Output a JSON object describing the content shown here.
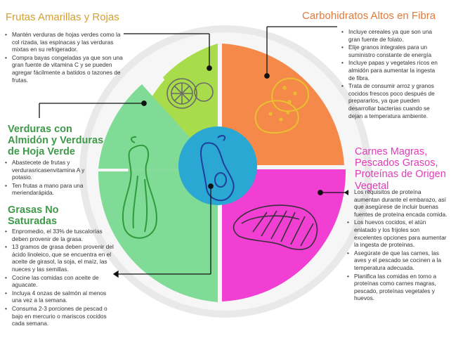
{
  "sections": {
    "frutas": {
      "title": "Frutas Amarillas y Rojas",
      "color": "#d4a033",
      "items": [
        "Mantén verduras de hojas verdes como la col rizada, las espinacas y las verduras mixtas en su refrigerador.",
        "Compra bayas congeladas ya que son una gran fuente de vitamina C y se pueden agregar fácilmente a batidos o tazones de frutas."
      ]
    },
    "carbohidratos": {
      "title": "Carbohidratos Altos en Fibra",
      "color": "#e07b3a",
      "items": [
        "Incluye cereales ya que son una gran fuente de folato.",
        "Elije granos integrales para un suministro constante de energía",
        "Incluye papas y vegetales ricos en almidón para aumentar la ingesta de fibra.",
        "Trata de consumir arroz y granos cocidos frescos poco después de prepararlos, ya que pueden desarrollar bacterias cuando se dejan a temperatura ambiente."
      ]
    },
    "verduras": {
      "title": "Verduras con Almidón y Verduras de Hoja Verde",
      "color": "#3e9a49",
      "items": [
        "Abastecete de frutas y verdurasricasenvitamina A y potasio.",
        "Ten frutas a mano para una meriendarápida."
      ]
    },
    "carnes": {
      "title": "Carnes Magras, Pescados Grasos, Proteínas de Origen Vegetal",
      "color": "#e23bb8",
      "items": [
        "Los requisitos de proteína aumentan durante el embarazo, así que asegúrese de incluir buenas fuentes de proteína encada comida.",
        "Los huevos cocidos, el atún enlatado y los frijoles son excelentes opciones para aumentar la ingesta de proteínas.",
        "Asegúrate de que las carnes, las aves y el pescado se cocinen a la temperatura adecuada.",
        "Planifica las comidas en torno a proteínas como carnes magras, pescado, proteínas vegetales y huevos."
      ]
    },
    "grasas": {
      "title": "Grasas No Saturadas",
      "color": "#3e9a49",
      "items": [
        "Enpromedio, el 33% de tuscalorías deben provenir de la grasa.",
        "13 gramos de grasa deben provenir del ácido linoleico, que se encuentra en el aceite de girasol, la soja, el maíz, las nueces y las semillas.",
        "Cocine las comidas con aceite de aguacate.",
        "Incluya 4 onzas de salmón al menos una vez a la semana.",
        "Consuma 2-3 porciones de pescad o bajo en mercurio o mariscos cocidos cada semana."
      ]
    }
  },
  "plate": {
    "colors": {
      "fruits": "#a9dc4a",
      "carbs": "#f5894a",
      "vegetables": "#7fdb96",
      "protein": "#f23fd3",
      "center": "#2aa7d3"
    },
    "icons": [
      "orange-icon",
      "potatoes-icon",
      "squash-icon",
      "avocado-icon",
      "salmon-icon"
    ]
  }
}
